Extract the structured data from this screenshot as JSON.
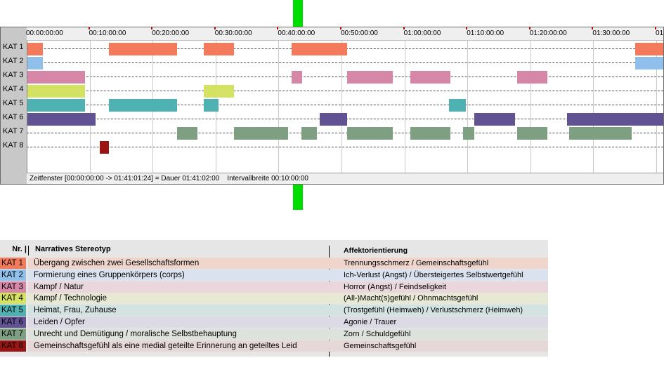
{
  "timeline": {
    "row_labels": [
      "KAT 1",
      "KAT 2",
      "KAT 3",
      "KAT 4",
      "KAT 5",
      "KAT 6",
      "KAT 7",
      "KAT 8"
    ],
    "ticks": [
      "00:00:00:00",
      "00:10:00:00",
      "00:20:00:00",
      "00:30:00:00",
      "00:40:00:00",
      "00:50:00:00",
      "01:00:00:00",
      "01:10:00:00",
      "01:20:00:00",
      "01:30:00:00",
      "01"
    ],
    "status_text": "Zeitfenster [00:00:00:00 -> 01:41:01:24] = Dauer 01:41:02:00    Intervallbreite 00:10:00:00",
    "category_colors": [
      "#f47a5c",
      "#8fc0ec",
      "#d686a6",
      "#d4e264",
      "#4eb2b2",
      "#615294",
      "#7f9f83",
      "#9a1414"
    ],
    "segments_minutes": [
      [
        [
          0,
          2.5
        ],
        [
          13,
          23.8
        ],
        [
          28,
          32.8
        ],
        [
          42,
          50.8
        ],
        [
          96.5,
          101
        ]
      ],
      [
        [
          0,
          2.5
        ],
        [
          96.5,
          101
        ]
      ],
      [
        [
          0,
          9.2
        ],
        [
          42,
          43.6
        ],
        [
          50.8,
          58
        ],
        [
          60.8,
          67.2
        ],
        [
          77.8,
          82.6
        ]
      ],
      [
        [
          0,
          9.2
        ],
        [
          28,
          32.8
        ]
      ],
      [
        [
          0,
          9.2
        ],
        [
          13,
          23.8
        ],
        [
          28,
          30.4
        ],
        [
          67,
          69.6
        ]
      ],
      [
        [
          0,
          10.8
        ],
        [
          46.4,
          50.8
        ],
        [
          71,
          77.4
        ],
        [
          85.7,
          101
        ]
      ],
      [
        [
          23.8,
          27
        ],
        [
          32.8,
          41.4
        ],
        [
          43.5,
          46
        ],
        [
          50.8,
          58
        ],
        [
          60.8,
          67.2
        ],
        [
          69.2,
          71
        ],
        [
          77.8,
          82.6
        ],
        [
          86,
          96
        ]
      ],
      [
        [
          11.5,
          13
        ]
      ]
    ]
  },
  "legend": {
    "header": {
      "nr": "Nr. |",
      "stereotype": "Narratives Stereotyp",
      "affect": "Affektorientierung"
    },
    "rows": [
      {
        "nr": "KAT 1",
        "stereotype": "Übergang zwischen zwei Gesellschaftsformen",
        "affect": "Trennungsschmerz / Gemeinschaftsgefühl",
        "bg": "#f0d5cd"
      },
      {
        "nr": "KAT 2",
        "stereotype": "Formierung eines Gruppenkörpers (corps)",
        "affect": "Ich-Verlust (Angst) / Übersteigertes Selbstwertgefühl",
        "bg": "#d9e2ee"
      },
      {
        "nr": "KAT 3",
        "stereotype": "Kampf / Natur",
        "affect": "Horror (Angst) / Feindseligkeit",
        "bg": "#ead6dd"
      },
      {
        "nr": "KAT 4",
        "stereotype": "Kampf / Technologie",
        "affect": "(All-)Macht(s)gefühl / Ohnmachtsgefühl",
        "bg": "#e7e9d4"
      },
      {
        "nr": "KAT 5",
        "stereotype": "Heimat, Frau, Zuhause",
        "affect": "(Trostgefühl (Heimweh) / Verlustschmerz (Heimweh)",
        "bg": "#d3e3e2"
      },
      {
        "nr": "KAT 6",
        "stereotype": "Leiden / Opfer",
        "affect": "Agonie / Trauer",
        "bg": "#dcdae4"
      },
      {
        "nr": "KAT 7",
        "stereotype": "Unrecht und Demütigung / moralische Selbstbehauptung",
        "affect": "Zorn / Schuldgefühl",
        "bg": "#dde2dd"
      },
      {
        "nr": "KAT 8",
        "stereotype": "Gemeinschaftsgefühl als eine medial geteilte Erinnerung an geteiltes Leid",
        "affect": "Gemeinschaftsgefühl",
        "bg": "#e7d8d8"
      }
    ]
  }
}
